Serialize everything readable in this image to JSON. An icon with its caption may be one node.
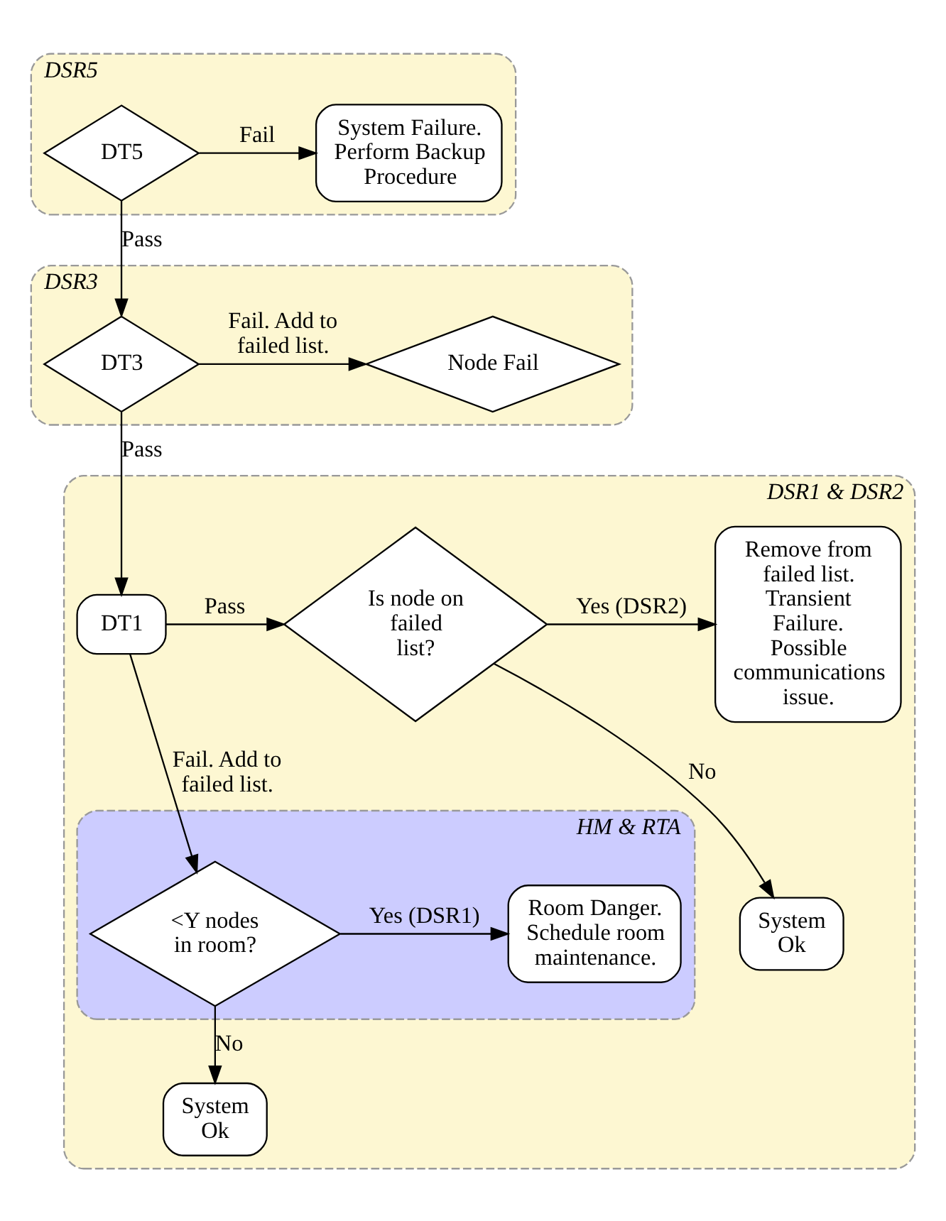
{
  "diagram": {
    "nodes": [
      {
        "text": [
          "DSR5"
        ]
      },
      {
        "text": [
          "DT5"
        ],
        "in": 0
      },
      {
        "text": [
          "System Failure. Perform Backup Procedure"
        ],
        "in": 0
      },
      {
        "text": [
          "DSR3"
        ]
      },
      {
        "text": [
          "DT3"
        ],
        "in": 3
      },
      {
        "text": [
          "Node Fail"
        ],
        "in": 3
      },
      {
        "text": [
          "DSR1 & DSR2"
        ]
      },
      {
        "text": [
          "DT1"
        ],
        "in": 6
      },
      {
        "text": [
          "Is node on failed list?"
        ],
        "in": 6
      },
      {
        "text": [
          "Remove from failed list. Transient Failure. Possible communications issue."
        ],
        "in": 6
      },
      {
        "text": [
          "System Ok"
        ],
        "in": 6
      },
      {
        "text": [
          "HM & RTA"
        ],
        "in": 6
      },
      {
        "text": [
          "<Y nodes in room?"
        ],
        "in": 11
      },
      {
        "text": [
          "Room Danger. Schedule room maintenance."
        ],
        "in": 11
      },
      {
        "text": [
          "System Ok"
        ],
        "in": 6
      }
    ],
    "edges": [
      {
        "from": 1,
        "to": 2,
        "arrow": "to",
        "label": "Fail"
      },
      {
        "from": 1,
        "to": 4,
        "arrow": "to",
        "label": "Pass"
      },
      {
        "from": 4,
        "to": 5,
        "arrow": "to",
        "label": "Fail. Add to failed list."
      },
      {
        "from": 4,
        "to": 7,
        "arrow": "to",
        "label": "Pass"
      },
      {
        "from": 7,
        "to": 8,
        "arrow": "to",
        "label": "Pass"
      },
      {
        "from": 8,
        "to": 9,
        "arrow": "to",
        "label": "Yes (DSR2)"
      },
      {
        "from": 8,
        "to": 10,
        "arrow": "to",
        "label": "No"
      },
      {
        "from": 7,
        "to": 12,
        "arrow": "to",
        "label": "Fail. Add to failed list."
      },
      {
        "from": 12,
        "to": 13,
        "arrow": "to",
        "label": "Yes (DSR1)"
      },
      {
        "from": 12,
        "to": 14,
        "arrow": "to",
        "label": "No"
      }
    ]
  }
}
